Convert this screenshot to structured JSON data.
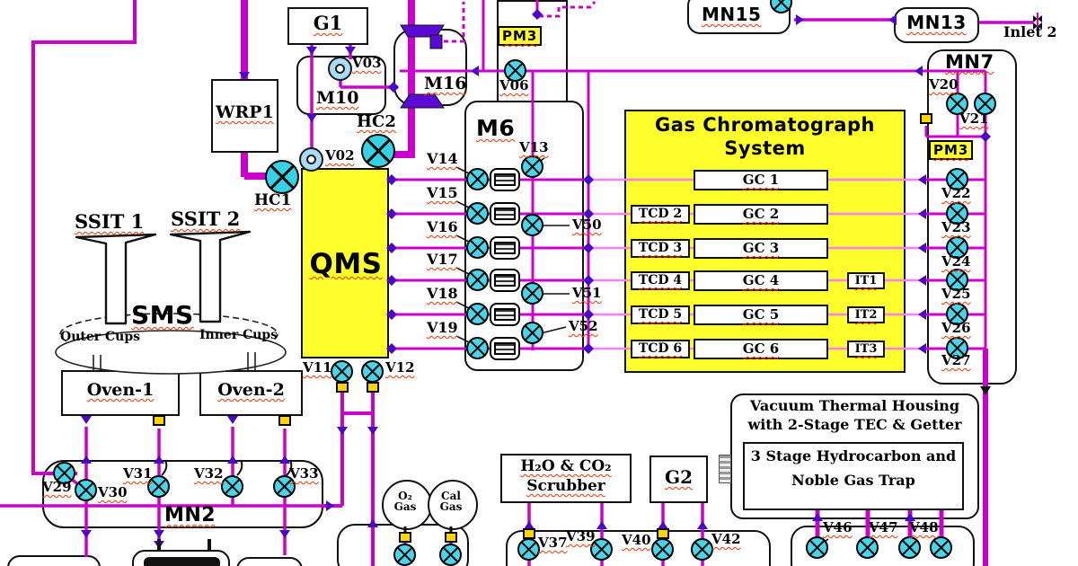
{
  "diagram": {
    "title_hint": "Gas chromatograph / QMS gas processing schematic",
    "colors": {
      "pipe": "#cc00cc",
      "pink": "#ff7dff",
      "purple": "#4b06c9",
      "valve_cyan": "#46d6ea",
      "panel_yellow": "#ffff2e",
      "fitting_yellow": "#ffd400"
    },
    "top_left": {
      "g1": "G1",
      "wrp1": "WRP1",
      "m10": "M10",
      "v03": "V03",
      "m16": "M16",
      "v02": "V02",
      "hc1": "HC1",
      "hc2": "HC2"
    },
    "qms": {
      "label": "QMS",
      "v11": "V11",
      "v12": "V12"
    },
    "m6": {
      "label": "M6",
      "pm3": "PM3",
      "v06": "V06",
      "v13": "V13",
      "valves": [
        "V14",
        "V15",
        "V16",
        "V17",
        "V18",
        "V19"
      ],
      "loop_valves": [
        "V50",
        "V51",
        "V52"
      ]
    },
    "gc": {
      "title1": "Gas  Chromatograph",
      "title2": "System",
      "gc_labels": [
        "GC 1",
        "GC 2",
        "GC 3",
        "GC 4",
        "GC 5",
        "GC 6"
      ],
      "tcd_labels": [
        "TCD 2",
        "TCD 3",
        "TCD 4",
        "TCD 5",
        "TCD 6"
      ],
      "it_labels": [
        "IT1",
        "IT2",
        "IT3"
      ]
    },
    "top_right": {
      "mn15": "MN15",
      "mn13": "MN13",
      "inlet2": "Inlet 2"
    },
    "mn7": {
      "label": "MN7",
      "pm3": "PM3",
      "v20": "V20",
      "v21": "V21",
      "valves": [
        "V22",
        "V23",
        "V24",
        "V25",
        "V26",
        "V27"
      ]
    },
    "sms": {
      "ssit1": "SSIT 1",
      "ssit2": "SSIT 2",
      "label": "SMS",
      "outer": "Outer Cups",
      "inner": "Inner Cups",
      "oven1": "Oven-1",
      "oven2": "Oven-2"
    },
    "mn2": {
      "label": "MN2",
      "valves": [
        "V29",
        "V30",
        "V31",
        "V32",
        "V33"
      ]
    },
    "gas_bottles": {
      "o2_line1": "O₂",
      "o2_line2": "Gas",
      "cal_line1": "Cal",
      "cal_line2": "Gas"
    },
    "scrubber": {
      "line1": "H₂O & CO₂",
      "line2": "Scrubber"
    },
    "g2": "G2",
    "housing": {
      "line1": "Vacuum Thermal Housing",
      "line2": "with 2-Stage TEC & Getter",
      "trap1": "3 Stage Hydrocarbon and",
      "trap2": "Noble Gas Trap"
    },
    "bottom_valves": {
      "v37": "V37",
      "v39": "V39",
      "v40": "V40",
      "v42": "V42",
      "v46": "V46",
      "v47": "V47",
      "v48": "V48"
    }
  }
}
